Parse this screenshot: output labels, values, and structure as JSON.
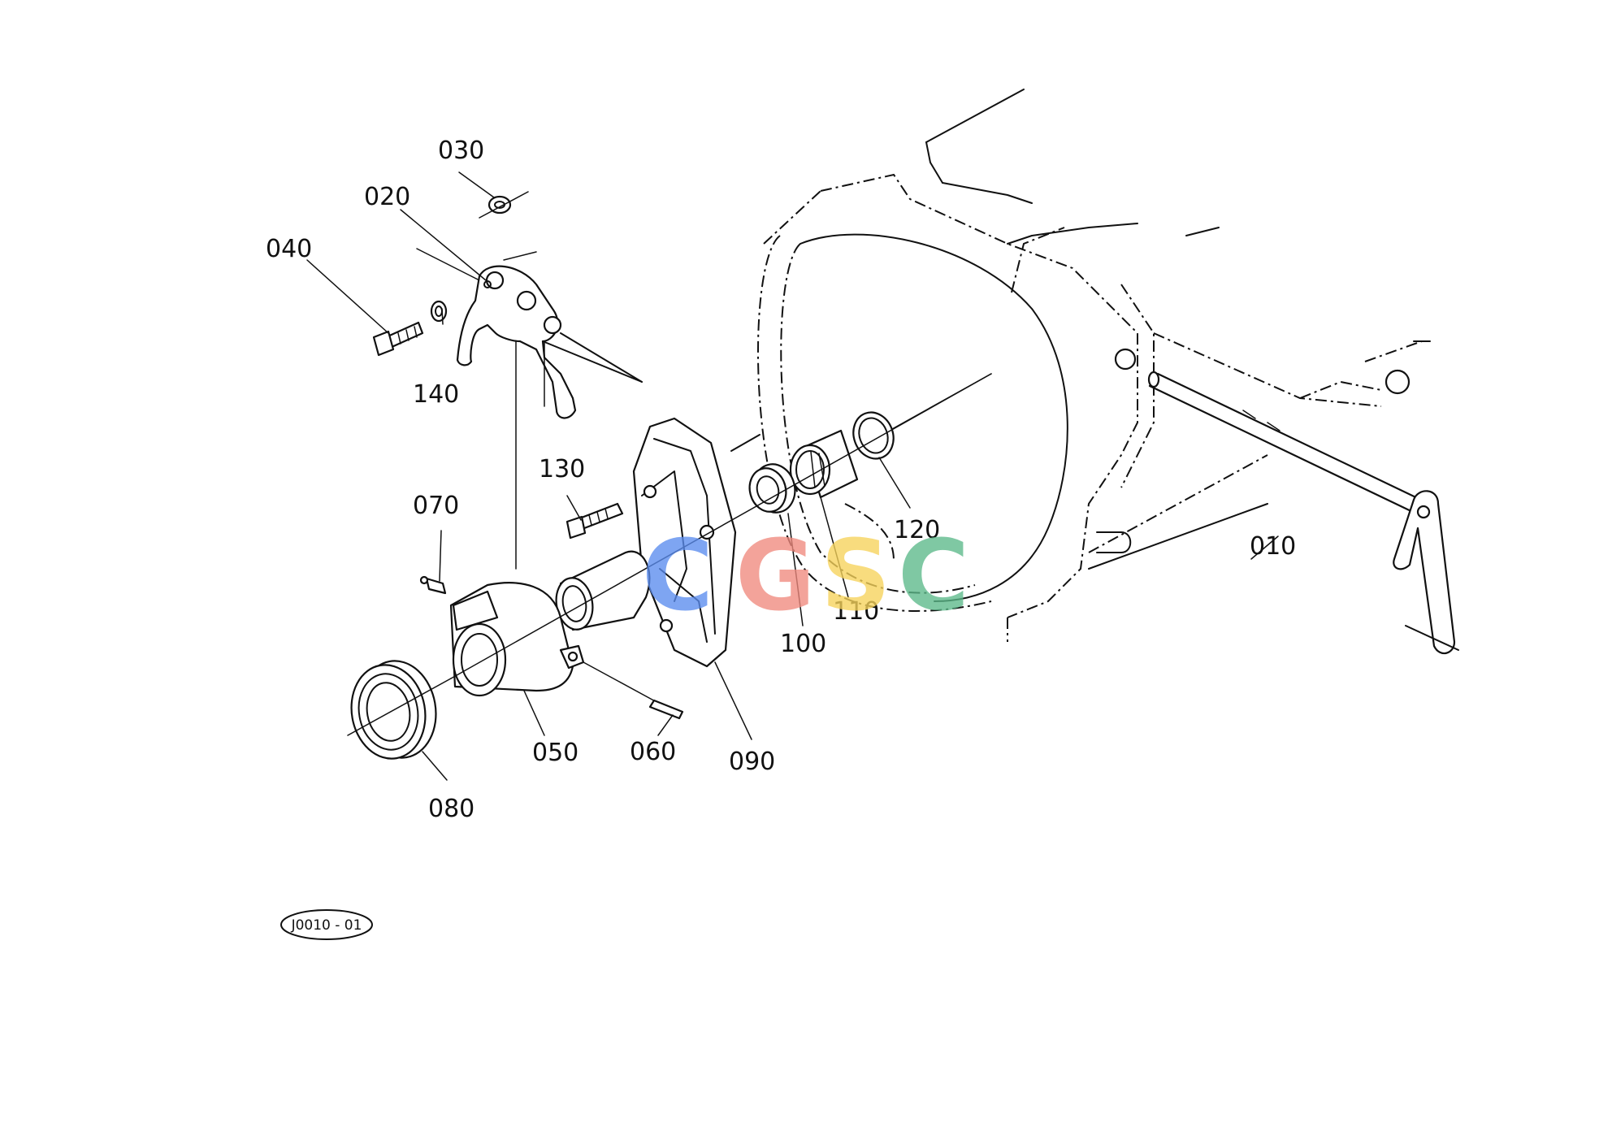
{
  "labels": {
    "p010": "010",
    "p020": "020",
    "p030": "030",
    "p040": "040",
    "p050": "050",
    "p060": "060",
    "p070": "070",
    "p080": "080",
    "p090": "090",
    "p100": "100",
    "p110": "110",
    "p120": "120",
    "p130": "130",
    "p140": "140"
  },
  "reference_code": "J0010 - 01",
  "watermark": {
    "letters": [
      "C",
      "G",
      "S",
      "C"
    ],
    "colors": [
      "#5b8def",
      "#f08a7e",
      "#f7d35a",
      "#5cb98a"
    ]
  }
}
